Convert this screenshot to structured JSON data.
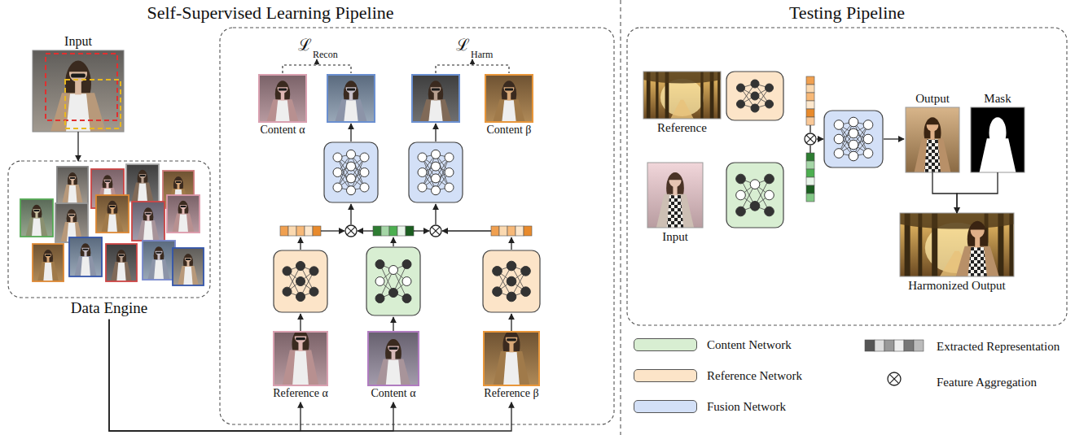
{
  "diagram": {
    "nodes": [
      {
        "text": [
          "Input"
        ]
      },
      {
        "text": [
          "Data Engine"
        ]
      },
      {
        "text": [
          "Content α"
        ]
      },
      {
        "text": [
          "Content β"
        ]
      },
      {
        "text": [
          "Reference α"
        ]
      },
      {
        "text": [
          "Content α"
        ]
      },
      {
        "text": [
          "Reference β"
        ]
      },
      {
        "text": [
          "Reference"
        ]
      },
      {
        "text": [
          "Input"
        ]
      },
      {
        "text": [
          "Output"
        ]
      },
      {
        "text": [
          "Mask"
        ]
      },
      {
        "text": [
          "Harmonized Output"
        ]
      }
    ],
    "edges": [
      {
        "from": 0,
        "to": 1,
        "arrow": "to"
      },
      {
        "from": 1,
        "to": 4,
        "arrow": "to"
      },
      {
        "from": 1,
        "to": 5,
        "arrow": "to"
      },
      {
        "from": 1,
        "to": 6,
        "arrow": "to"
      },
      {
        "from": 9,
        "to": 11,
        "arrow": "to"
      },
      {
        "from": 10,
        "to": 11,
        "arrow": "to"
      }
    ],
    "labels": [
      "Self-Supervised Learning Pipeline",
      "Testing Pipeline",
      "ℒ",
      "Recon",
      "ℒ",
      "Harm"
    ],
    "legend": [
      {
        "text": "Content Network",
        "color": "#d8eed2"
      },
      {
        "text": "Extracted Representation"
      },
      {
        "text": "Reference Network",
        "color": "#fce4c8"
      },
      {
        "text": "Feature Aggregation"
      },
      {
        "text": "Fusion Network",
        "color": "#d3e0f7"
      }
    ]
  }
}
